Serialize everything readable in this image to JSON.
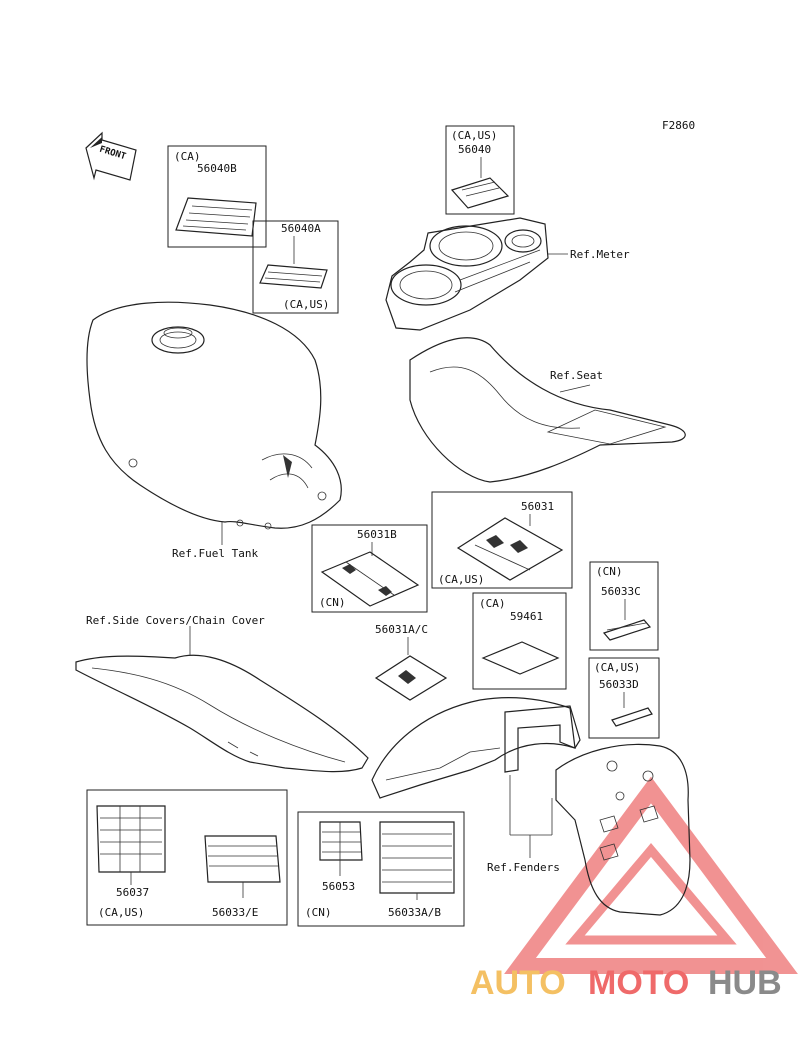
{
  "figure_code": "F2860",
  "front_label": "FRONT",
  "refs": {
    "meter": "Ref.Meter",
    "seat": "Ref.Seat",
    "fuel_tank": "Ref.Fuel Tank",
    "side_covers": "Ref.Side Covers/Chain Cover",
    "fenders": "Ref.Fenders"
  },
  "parts": {
    "p56040": {
      "region": "(CA,US)",
      "number": "56040"
    },
    "p56040b": {
      "region": "(CA)",
      "number": "56040B"
    },
    "p56040a": {
      "region": "(CA,US)",
      "number": "56040A"
    },
    "p56031": {
      "region": "(CA,US)",
      "number": "56031"
    },
    "p56031b": {
      "region": "(CN)",
      "number": "56031B"
    },
    "p59461": {
      "region": "(CA)",
      "number": "59461"
    },
    "p56033c": {
      "region": "(CN)",
      "number": "56033C"
    },
    "p56033d": {
      "region": "(CA,US)",
      "number": "56033D"
    },
    "p56031ac": {
      "number": "56031A/C"
    },
    "p56037": {
      "number": "56037"
    },
    "p56033e": {
      "number": "56033/E"
    },
    "group_left_region": "(CA,US)",
    "p56053": {
      "number": "56053"
    },
    "p56033ab": {
      "number": "56033A/B"
    },
    "group_right_region": "(CN)"
  },
  "watermark": {
    "part1": "AUTO",
    "part2": "MOTO",
    "part3": "HUB"
  },
  "colors": {
    "wm_orange": "#f4c063",
    "wm_red": "#ef6a6a",
    "wm_gray": "#8a8a8a"
  }
}
